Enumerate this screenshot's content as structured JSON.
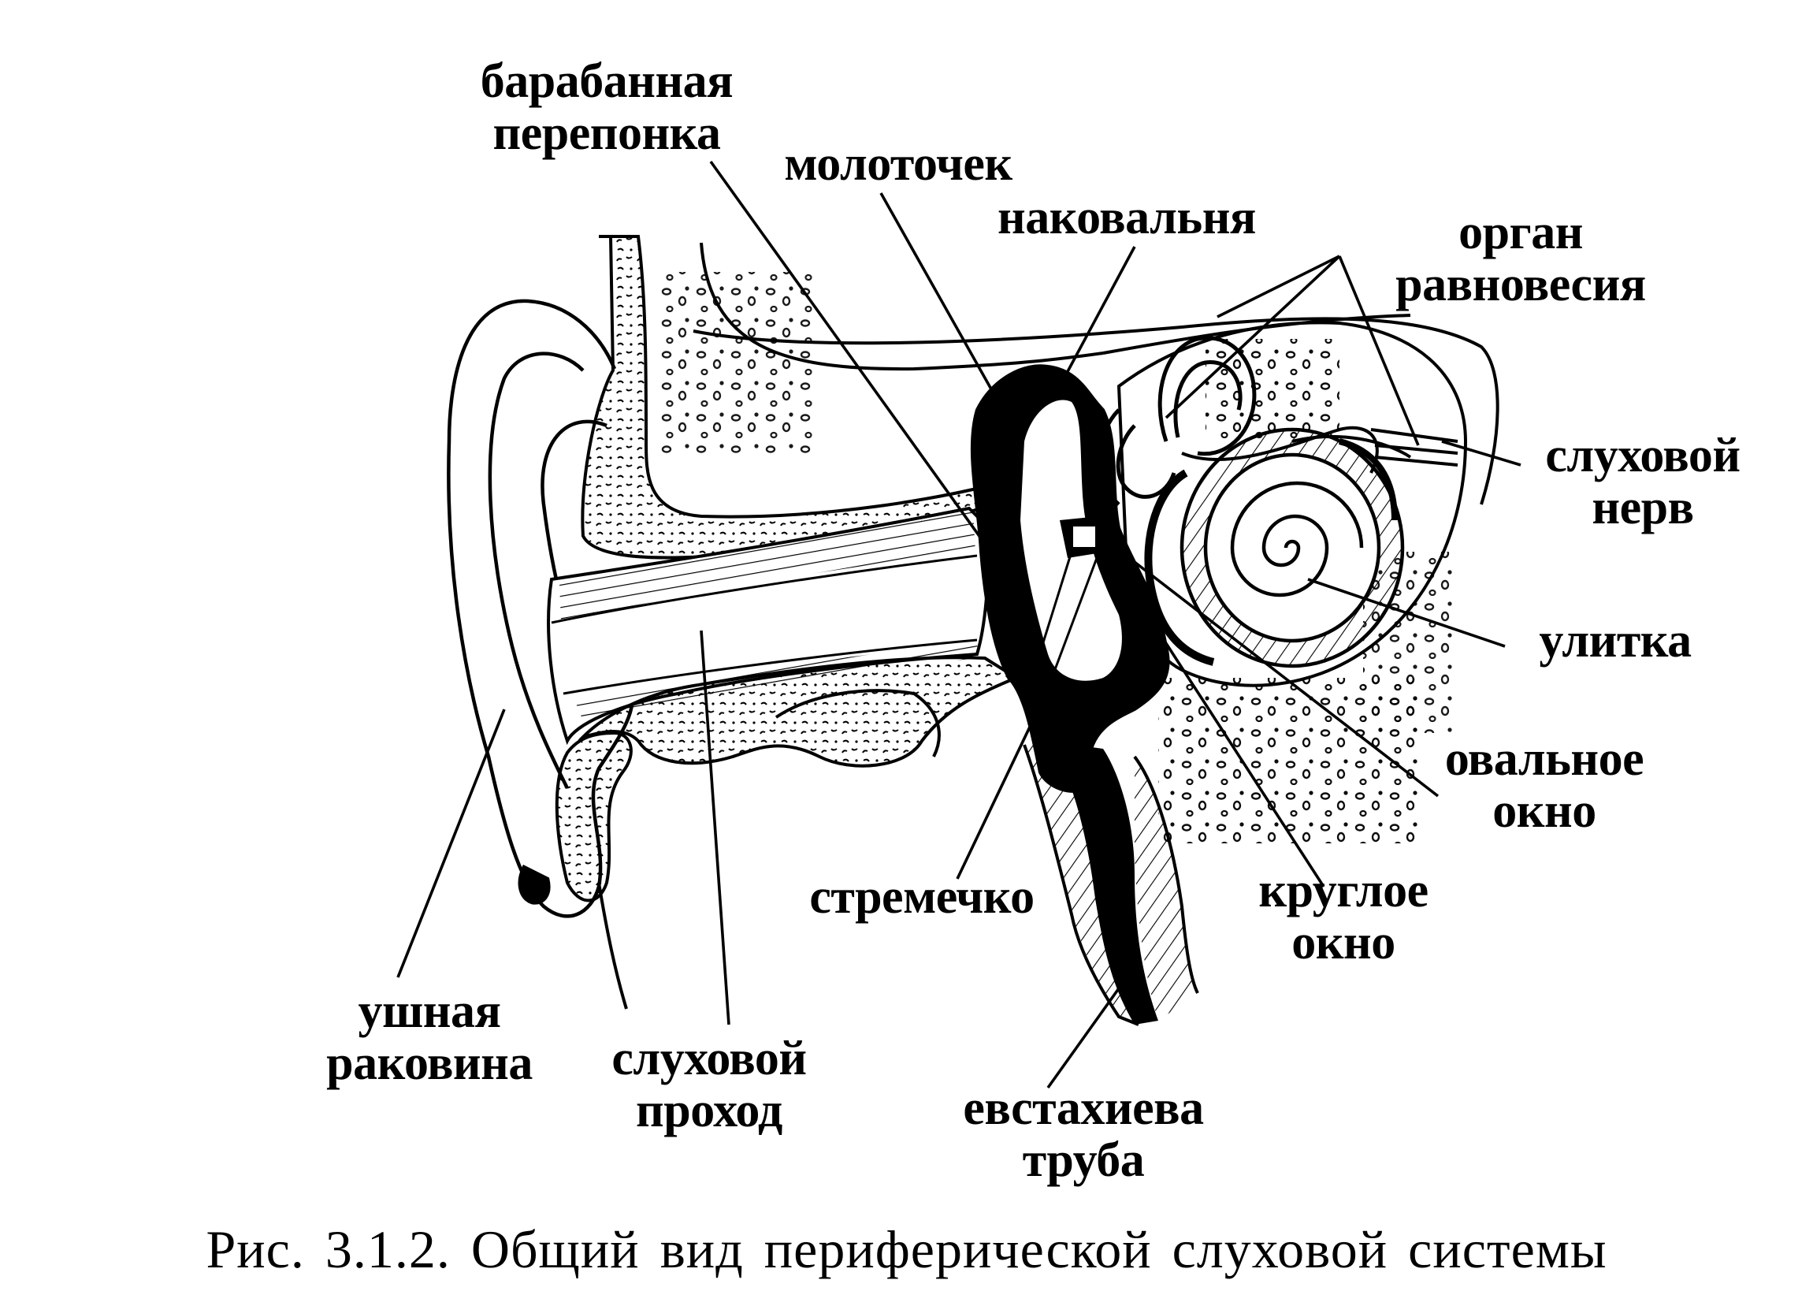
{
  "labels": {
    "tympanic_membrane": [
      "барабанная",
      "перепонка"
    ],
    "malleus": [
      "молоточек"
    ],
    "incus": [
      "наковальня"
    ],
    "vestibular_organ": [
      "орган",
      "равновесия"
    ],
    "auditory_nerve": [
      "слуховой",
      "нерв"
    ],
    "cochlea": [
      "улитка"
    ],
    "oval_window": [
      "овальное",
      "окно"
    ],
    "round_window": [
      "круглое",
      "окно"
    ],
    "stapes": [
      "стремечко"
    ],
    "eustachian_tube": [
      "евстахиева",
      "труба"
    ],
    "ear_canal": [
      "слуховой",
      "проход"
    ],
    "auricle": [
      "ушная",
      "раковина"
    ]
  },
  "caption": "Рис. 3.1.2. Общий вид периферической слуховой системы"
}
